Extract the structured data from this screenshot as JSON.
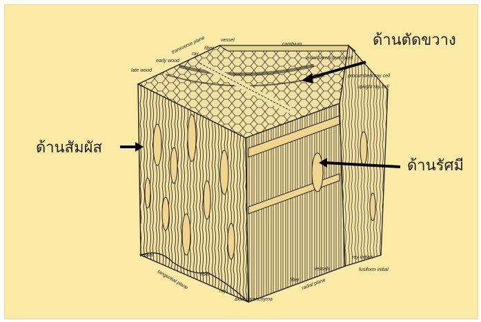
{
  "thai_labels": {
    "cross_section": "ด้านตัดขวาง",
    "tangential": "ด้านสัมผัส",
    "radial": "ด้านรัศมี"
  },
  "diagram_labels": {
    "transverse_plane": "transverse plane",
    "vessel_top": "vessel",
    "fiber_top": "fiber",
    "ray_top": "ray",
    "early_wood": "early wood",
    "late_wood": "late wood",
    "cambium": "cambium",
    "axial_parenchyma_cell": "axial parenchyma cell",
    "procumbent_ray_cell": "procumbent ray cell",
    "upright_ray_cell": "upright ray cell",
    "vessel_bottom": "vessel",
    "tangential_plane": "tangential plane",
    "fiber_bottom": "fiber",
    "ray_bottom": "ray",
    "axial_parenchyma": "axial parenchyma",
    "fiber_radial": "fiber",
    "radial_plane": "radial plane",
    "vessels": "vessels",
    "ray_initials": "ray initials",
    "fusiform_initial": "fusiform initial"
  },
  "colors": {
    "panel_background": "#fbe9a6",
    "ink": "#1b1b1b"
  }
}
